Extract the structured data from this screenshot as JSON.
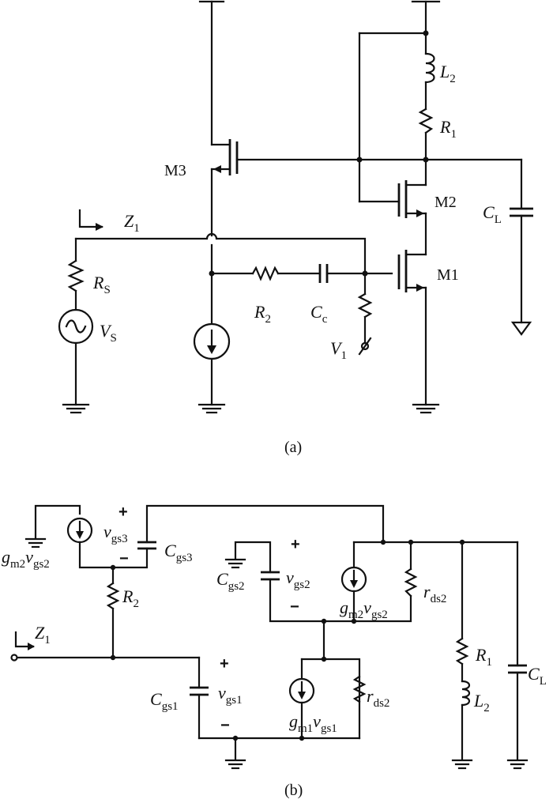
{
  "circuit_a": {
    "caption": "(a)",
    "m3": "M3",
    "m2": "M2",
    "m1": "M1",
    "z1": "Z",
    "z1_sub": "1",
    "l2": "L",
    "l2_sub": "2",
    "r1": "R",
    "r1_sub": "1",
    "cl": "C",
    "cl_sub": "L",
    "rs": "R",
    "rs_sub": "S",
    "vs": "V",
    "vs_sub": "S",
    "r2": "R",
    "r2_sub": "2",
    "cc": "C",
    "cc_sub": "c",
    "v1": "V",
    "v1_sub": "1"
  },
  "circuit_b": {
    "caption": "(b)",
    "plus": "+",
    "minus": "−",
    "z1": "Z",
    "z1_sub": "1",
    "gm2": "g",
    "gm2_sub": "m2",
    "vgs2a": "v",
    "vgs2a_sub": "gs2",
    "vgs3": "v",
    "vgs3_sub": "gs3",
    "cgs3": "C",
    "cgs3_sub": "gs3",
    "r2": "R",
    "r2_sub": "2",
    "cgs2": "C",
    "cgs2_sub": "gs2",
    "vgs2": "v",
    "vgs2_sub": "gs2",
    "gm2b": "g",
    "gm2b_sub": "m2",
    "vgs2b": "v",
    "vgs2b_sub": "gs2",
    "rds2a": "r",
    "rds2a_sub": "ds2",
    "r1": "R",
    "r1_sub": "1",
    "cl": "C",
    "cl_sub": "L",
    "l2": "L",
    "l2_sub": "2",
    "cgs1": "C",
    "cgs1_sub": "gs1",
    "vgs1": "v",
    "vgs1_sub": "gs1",
    "gm1": "g",
    "gm1_sub": "m1",
    "vgs1b": "v",
    "vgs1b_sub": "gs1",
    "rds2b": "r",
    "rds2b_sub": "ds2"
  }
}
